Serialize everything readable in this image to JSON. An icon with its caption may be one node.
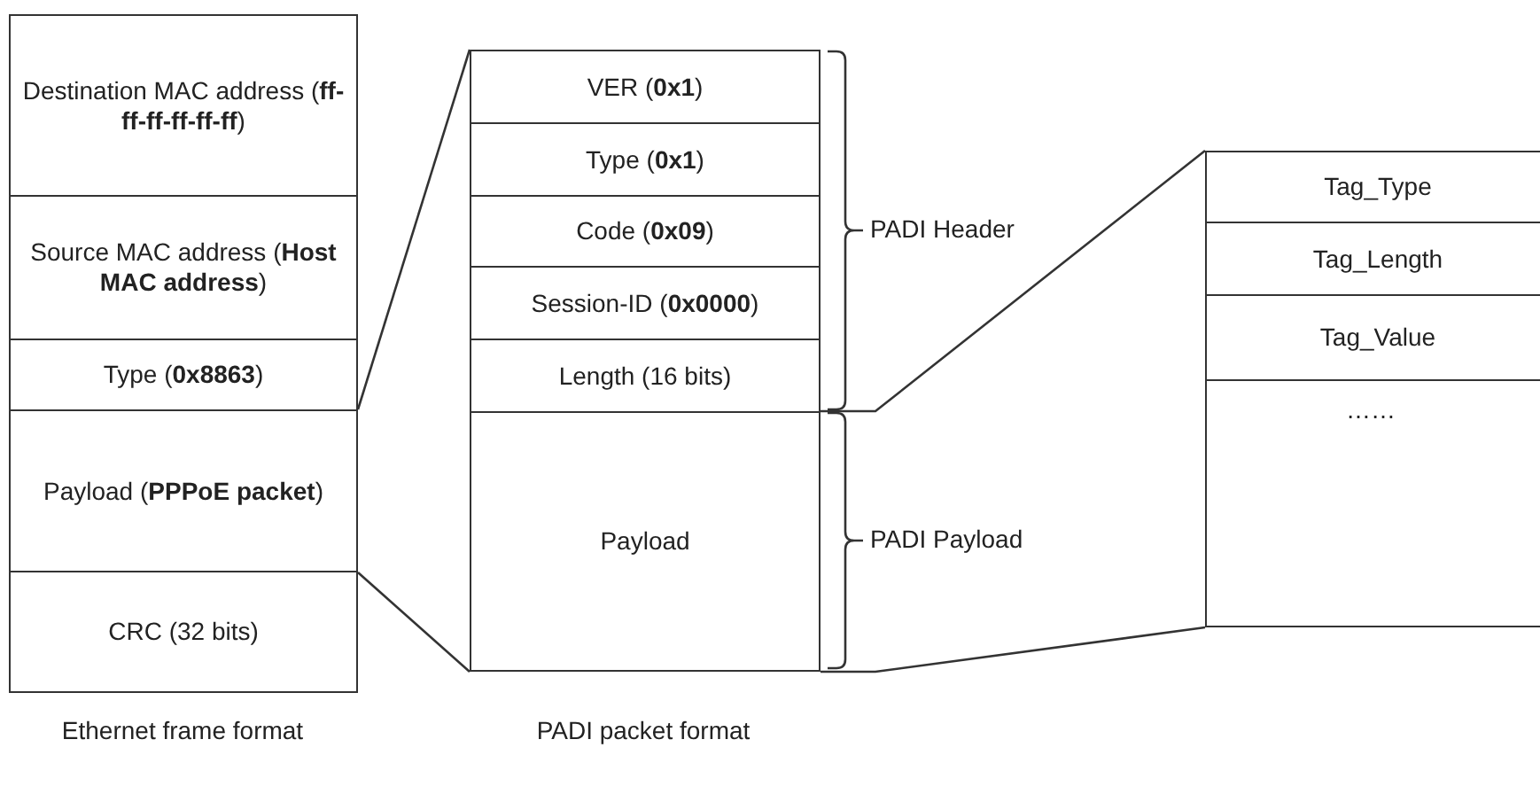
{
  "diagram": {
    "nodes": [
      {
        "text": [
          "Destination MAC address (**ff-ff-ff-ff-ff-ff**)"
        ]
      },
      {
        "text": [
          "Source MAC address (**Host MAC address**)"
        ]
      },
      {
        "text": [
          "Type (**0x8863**)"
        ]
      },
      {
        "text": [
          "Payload (**PPPoE packet**)"
        ]
      },
      {
        "text": [
          "CRC (32 bits)"
        ]
      },
      {
        "text": [
          "VER (**0x1**)"
        ]
      },
      {
        "text": [
          "Type (**0x1**)"
        ]
      },
      {
        "text": [
          "Code (**0x09**)"
        ]
      },
      {
        "text": [
          "Session-ID (**0x0000**)"
        ]
      },
      {
        "text": [
          "Length (16 bits)"
        ]
      },
      {
        "text": [
          "Payload"
        ]
      },
      {
        "text": [
          "Tag_Type"
        ]
      },
      {
        "text": [
          "Tag_Length"
        ]
      },
      {
        "text": [
          "Tag_Value"
        ]
      },
      {
        "text": [
          "……"
        ]
      }
    ],
    "edges": [
      {
        "from": 3,
        "to": 5,
        "arrow": "none"
      },
      {
        "from": 3,
        "to": 10,
        "arrow": "none"
      },
      {
        "from": 10,
        "to": 11,
        "arrow": "none"
      },
      {
        "from": 10,
        "to": 14,
        "arrow": "none"
      }
    ],
    "labels": [
      "PADI Header",
      "PADI Payload",
      "Ethernet frame format",
      "PADI packet format"
    ]
  }
}
